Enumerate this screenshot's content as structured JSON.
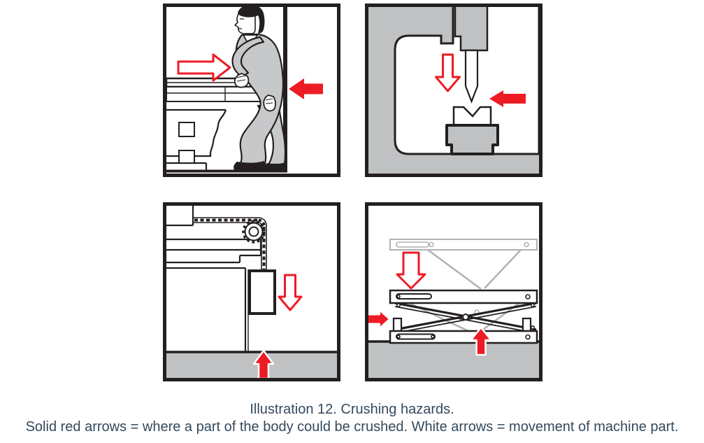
{
  "illustration": {
    "caption_line1": "Illustration 12. Crushing hazards.",
    "caption_line2": "Solid red arrows = where a part of the body could be crushed. White arrows = movement of machine part."
  },
  "colors": {
    "arrow_red": "#ED1C24",
    "machine_gray": "#BFC1C3",
    "clothing_gray": "#C6C8CA",
    "ghost_gray": "#AFB2B5",
    "outline_black": "#231F20",
    "caption_blue": "#35495C",
    "background": "#FFFFFF"
  },
  "panels": [
    {
      "name": "worker-pinned-between-machine-table-and-wall"
    },
    {
      "name": "press-punch-descending-onto-die"
    },
    {
      "name": "chain-driven-block-descending-toward-floor"
    },
    {
      "name": "scissor-lift-lowering"
    }
  ]
}
